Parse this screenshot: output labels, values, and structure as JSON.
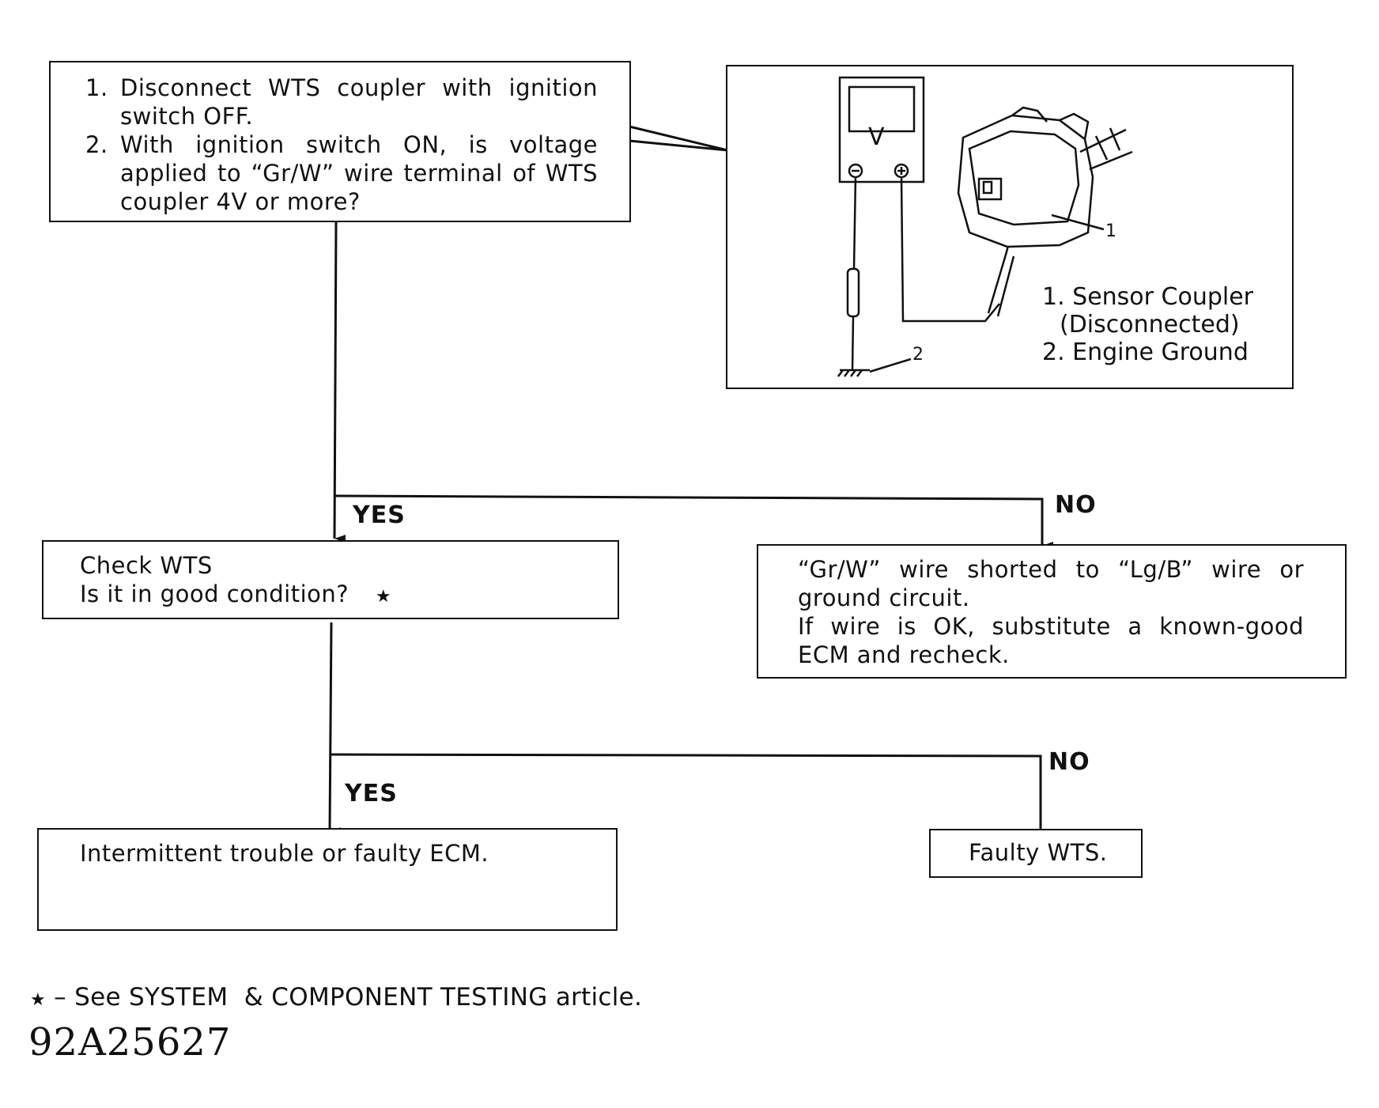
{
  "step1": {
    "items": [
      {
        "num": "1.",
        "text": "Disconnect WTS coupler with ignition switch OFF."
      },
      {
        "num": "2.",
        "text": "With ignition switch ON, is voltage applied to “Gr/W” wire terminal of WTS coupler 4V or more?"
      }
    ]
  },
  "illustration": {
    "meter_letter": "V",
    "callout_1": "1",
    "callout_2": "2",
    "legend": {
      "line1": "1. Sensor Coupler",
      "line2": "(Disconnected)",
      "line3": "2. Engine Ground"
    }
  },
  "branch1": {
    "yes": "YES",
    "no": "NO"
  },
  "step2": {
    "line1": "Check WTS",
    "line2": "Is it in good condition?",
    "star": "★"
  },
  "no_result1": {
    "text": "“Gr/W” wire shorted to “Lg/B” wire or ground circuit.",
    "text2": "If wire is OK, substitute a known-good ECM and recheck."
  },
  "branch2": {
    "yes": "YES",
    "no": "NO"
  },
  "yes_result2": {
    "text": "Intermittent trouble or faulty ECM."
  },
  "no_result2": {
    "text": "Faulty WTS."
  },
  "footnote": {
    "star": "★",
    "text": " – See SYSTEM  & COMPONENT TESTING article."
  },
  "figure_id": "92A25627"
}
